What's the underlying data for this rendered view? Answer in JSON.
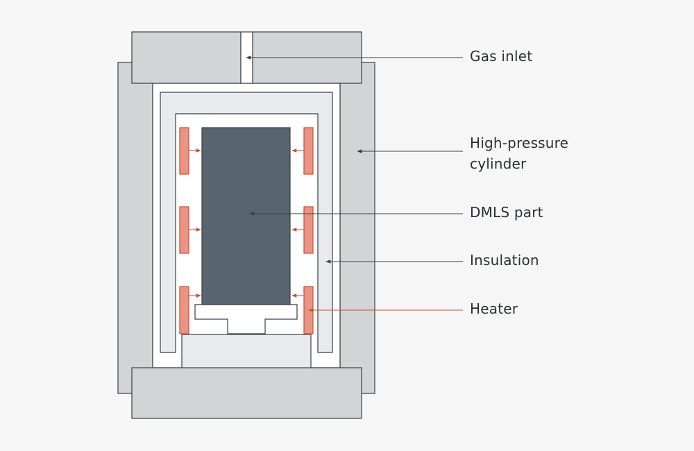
{
  "labels": {
    "gas_inlet": "Gas inlet",
    "cylinder_line1": "High-pressure",
    "cylinder_line2": "cylinder",
    "dmls_part": "DMLS part",
    "insulation": "Insulation",
    "heater": "Heater"
  },
  "colors": {
    "background": "#f6f6f6",
    "steel": "#d2d5d6",
    "insulation": "#e8ebed",
    "part": "#58656f",
    "heater_fill": "#e99585",
    "heater_accent": "#d24a2d",
    "outline": "#3a3f44"
  }
}
